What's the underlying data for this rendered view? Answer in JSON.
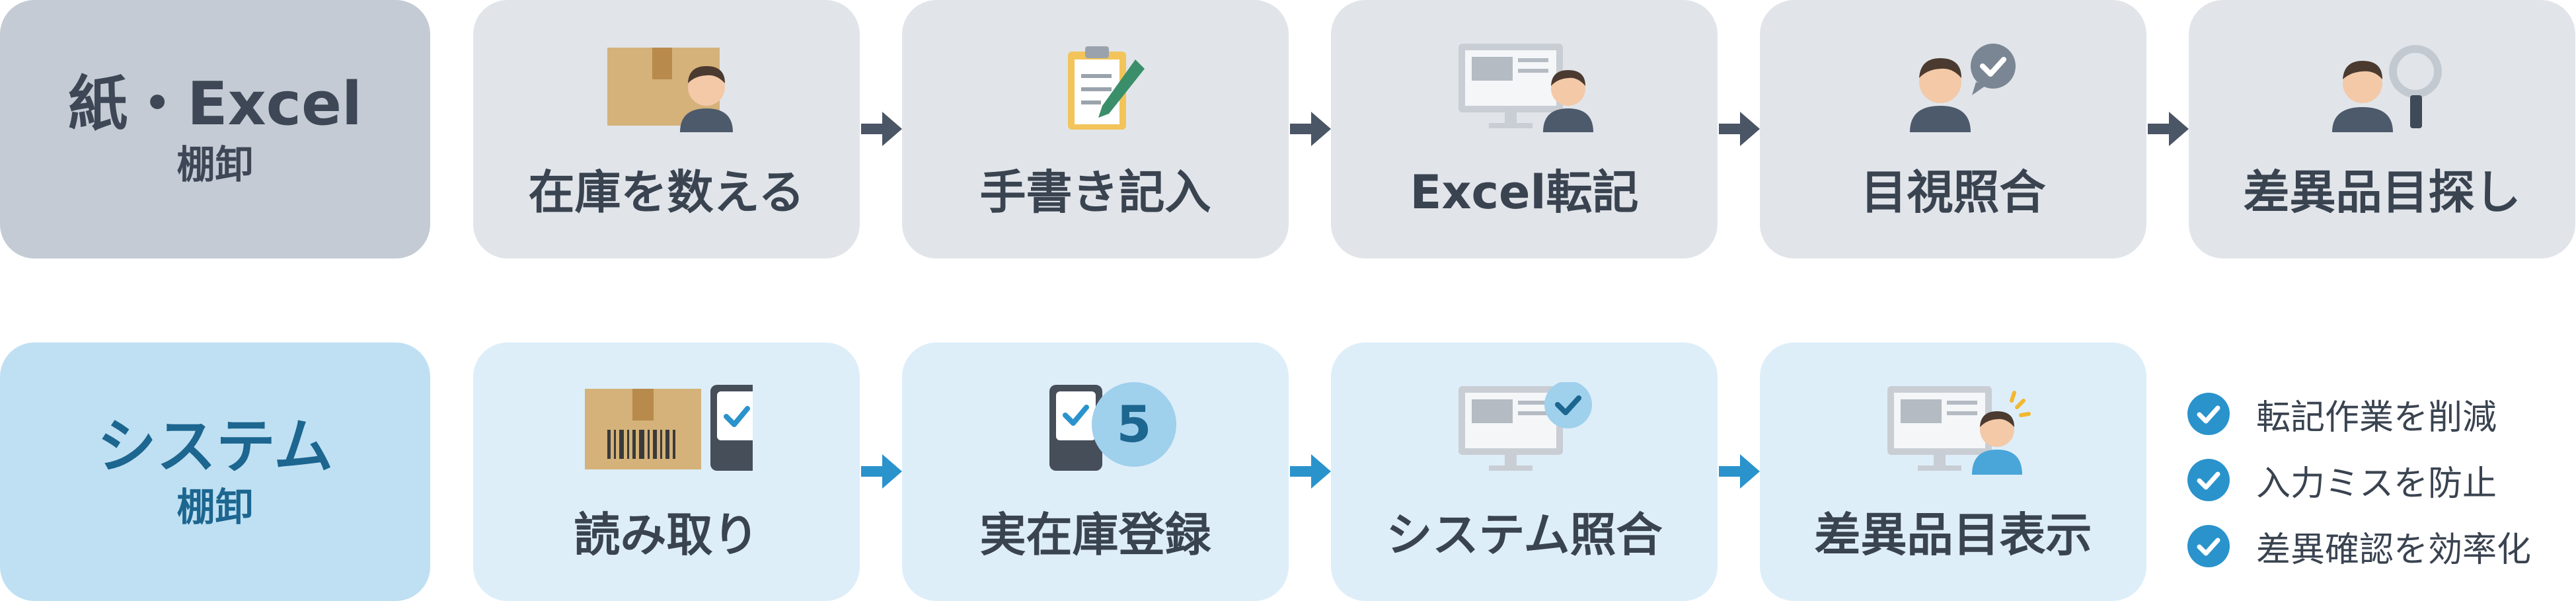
{
  "paper_row": {
    "title_main": "紙・Excel",
    "title_sub": "棚卸",
    "steps": [
      {
        "label": "在庫を数える",
        "icon": "box-person-icon"
      },
      {
        "label": "手書き記入",
        "icon": "clipboard-pen-icon"
      },
      {
        "label": "Excel転記",
        "icon": "monitor-person-icon"
      },
      {
        "label": "目視照合",
        "icon": "person-check-icon"
      },
      {
        "label": "差異品目探し",
        "icon": "person-magnifier-icon"
      }
    ]
  },
  "system_row": {
    "title_main": "システム",
    "title_sub": "棚卸",
    "steps": [
      {
        "label": "読み取り",
        "icon": "barcode-scanner-icon"
      },
      {
        "label": "実在庫登録",
        "icon": "scanner-count-icon",
        "count": "5"
      },
      {
        "label": "システム照合",
        "icon": "monitor-check-icon"
      },
      {
        "label": "差異品目表示",
        "icon": "monitor-alert-person-icon"
      }
    ],
    "benefits": [
      "転記作業を削減",
      "入力ミスを防止",
      "差異確認を効率化"
    ]
  },
  "colors": {
    "paper_label_bg": "#c4cbd4",
    "paper_step_bg": "#e1e5ea",
    "paper_arrow": "#4a5566",
    "system_label_bg": "#bfe0f3",
    "system_step_bg": "#ddeef9",
    "system_arrow": "#2a93cc",
    "label_text_dark": "#3d4756",
    "label_text_blue": "#1c6690"
  }
}
